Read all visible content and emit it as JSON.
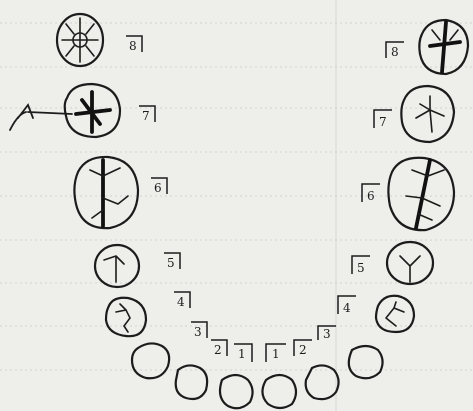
{
  "chart": {
    "background": "#eeeeeb",
    "ink": "#1c1c1c",
    "upper_right_numbers": [
      "8",
      "7",
      "6",
      "5",
      "4",
      "3",
      "2",
      "1"
    ],
    "upper_left_numbers": [
      "8",
      "7",
      "6",
      "5",
      "4",
      "3",
      "2",
      "1"
    ]
  }
}
